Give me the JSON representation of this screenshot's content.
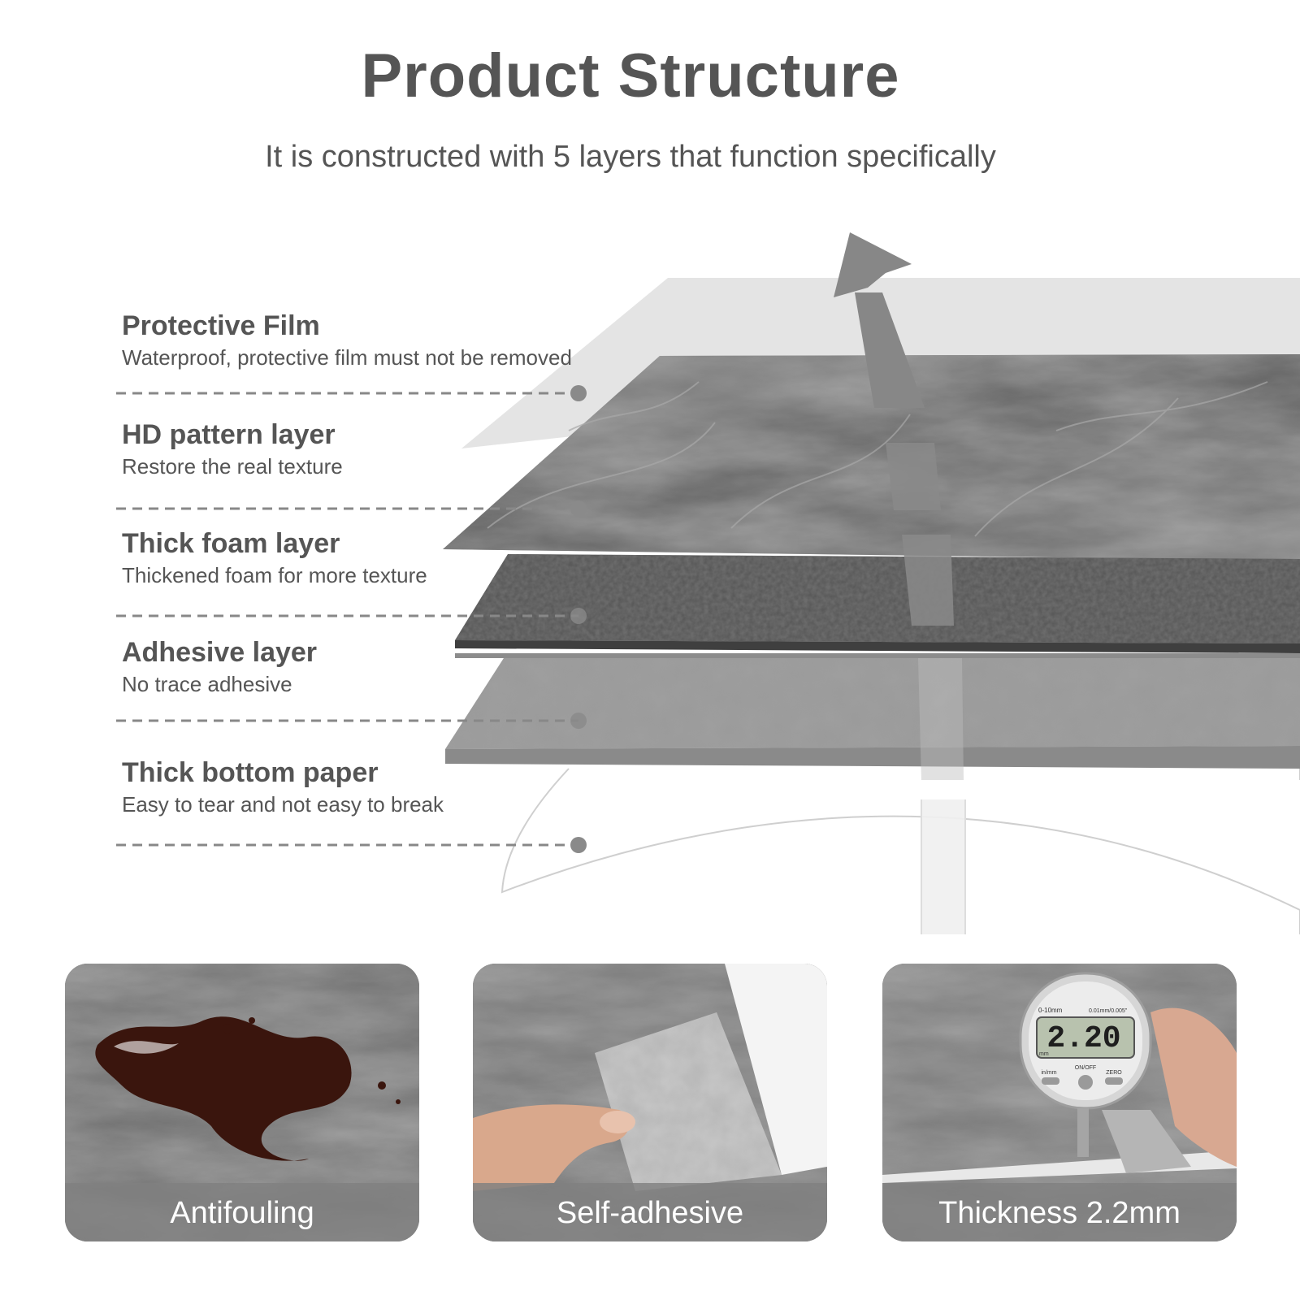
{
  "title": "Product Structure",
  "subtitle": "It is constructed with 5 layers that function specifically",
  "layers": [
    {
      "name": "Protective Film",
      "desc": "Waterproof, protective film must not be removed"
    },
    {
      "name": "HD pattern layer",
      "desc": "Restore the real texture"
    },
    {
      "name": "Thick foam layer",
      "desc": "Thickened foam for more texture"
    },
    {
      "name": "Adhesive layer",
      "desc": "No trace adhesive"
    },
    {
      "name": "Thick bottom paper",
      "desc": "Easy to tear and not easy to break"
    }
  ],
  "gauge": {
    "reading": "2.20",
    "range_label": "0-10mm",
    "resolution_label": "0.01mm/0.005\"",
    "unit_label": "mm",
    "buttons": [
      "in/mm",
      "ON/OFF",
      "ZERO"
    ]
  },
  "features": [
    {
      "label": "Antifouling"
    },
    {
      "label": "Self-adhesive"
    },
    {
      "label": "Thickness 2.2mm"
    }
  ],
  "colors": {
    "text": "#555555",
    "marble": "#6e6e6e",
    "film": "#e6e6e6",
    "arrow": "#888888",
    "card_label_bg": "#8a8a8a"
  }
}
